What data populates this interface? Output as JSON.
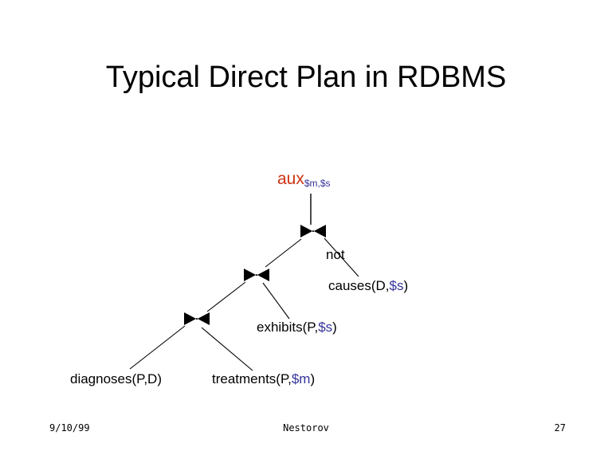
{
  "slide": {
    "title": "Typical Direct Plan in RDBMS",
    "page_background": "#ffffff"
  },
  "colors": {
    "aux_red": "#cc3311",
    "variable_blue": "#333399",
    "text_black": "#000000"
  },
  "tree": {
    "root": {
      "name": "aux",
      "subscript": "$m,$s"
    },
    "operators": [
      {
        "symbol": "⋈",
        "name": "join-operator-top"
      },
      {
        "symbol": "⋈",
        "name": "join-operator-middle"
      },
      {
        "symbol": "⋈",
        "name": "join-operator-bottom"
      }
    ],
    "negation_label": "not",
    "predicates": [
      {
        "id": "causes",
        "prefix": "causes(D,",
        "variable": "$s",
        "suffix": ")"
      },
      {
        "id": "exhibits",
        "prefix": "exhibits(P,",
        "variable": "$s",
        "suffix": ")"
      },
      {
        "id": "diagnoses",
        "prefix": "diagnoses(P,D)",
        "variable": "",
        "suffix": ""
      },
      {
        "id": "treatments",
        "prefix": "treatments(P,",
        "variable": "$m",
        "suffix": ")"
      }
    ]
  },
  "footer": {
    "date": "9/10/99",
    "author": "Nestorov",
    "page_number": "27"
  }
}
